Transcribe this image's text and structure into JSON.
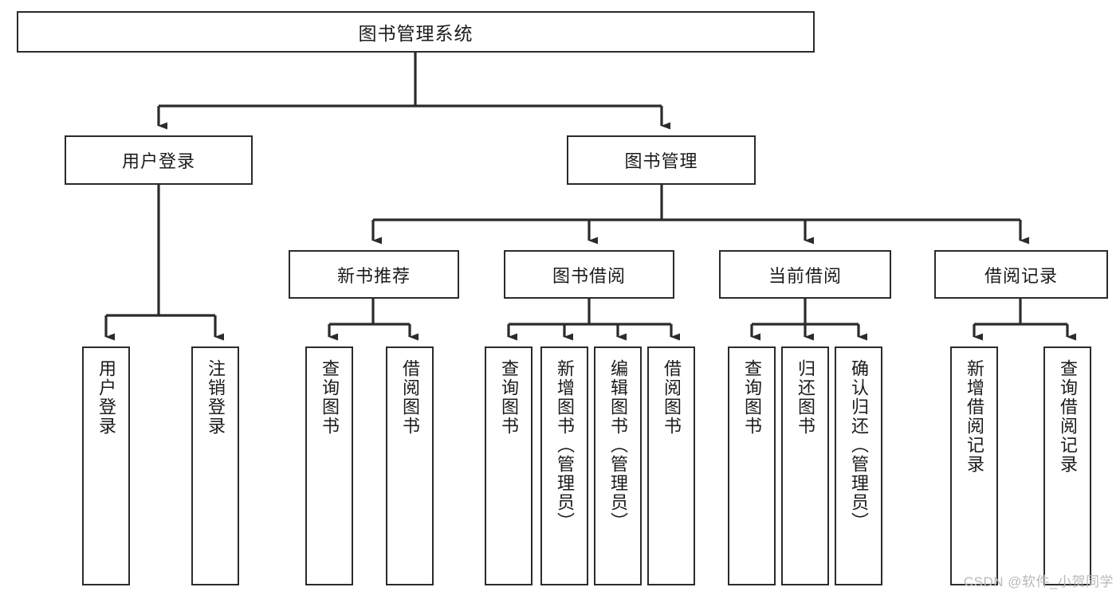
{
  "diagram": {
    "type": "tree",
    "title": "图书管理系统",
    "watermark": "CSDN @软件_小贺同学",
    "levels": {
      "root": {
        "label": "图书管理系统"
      },
      "level2": [
        {
          "id": "user-login",
          "label": "用户登录"
        },
        {
          "id": "book-manage",
          "label": "图书管理"
        }
      ],
      "level3": [
        {
          "id": "new-book-recommend",
          "label": "新书推荐"
        },
        {
          "id": "book-borrow",
          "label": "图书借阅"
        },
        {
          "id": "current-borrow",
          "label": "当前借阅"
        },
        {
          "id": "borrow-record",
          "label": "借阅记录"
        }
      ],
      "leaves": {
        "user-login": [
          {
            "id": "leaf-user-login",
            "label": "用户登录"
          },
          {
            "id": "leaf-logout-login",
            "label": "注销登录"
          }
        ],
        "new-book-recommend": [
          {
            "id": "leaf-query-book-1",
            "label": "查询图书"
          },
          {
            "id": "leaf-borrow-book-1",
            "label": "借阅图书"
          }
        ],
        "book-borrow": [
          {
            "id": "leaf-query-book-2",
            "label": "查询图书"
          },
          {
            "id": "leaf-add-book",
            "label": "新增图书（管理员）"
          },
          {
            "id": "leaf-edit-book",
            "label": "编辑图书（管理员）"
          },
          {
            "id": "leaf-borrow-book-2",
            "label": "借阅图书"
          }
        ],
        "current-borrow": [
          {
            "id": "leaf-query-book-3",
            "label": "查询图书"
          },
          {
            "id": "leaf-return-book",
            "label": "归还图书"
          },
          {
            "id": "leaf-confirm-return",
            "label": "确认归还（管理员）"
          }
        ],
        "borrow-record": [
          {
            "id": "leaf-add-record",
            "label": "新增借阅记录"
          },
          {
            "id": "leaf-query-record",
            "label": "查询借阅记录"
          }
        ]
      }
    },
    "colors": {
      "stroke": "#2b2b2b",
      "fill": "#ffffff",
      "text": "#1b1b1b",
      "watermark": "#b9b9b9"
    }
  }
}
